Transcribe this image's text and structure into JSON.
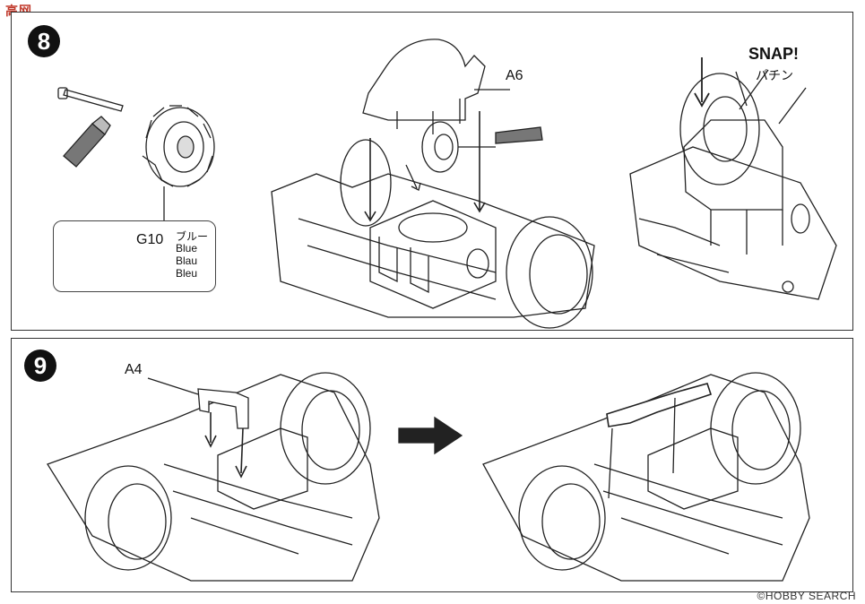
{
  "watermark": {
    "top": "高网",
    "bottom": "©HOBBY SEARCH"
  },
  "steps": [
    {
      "number": "8",
      "part_labels": {
        "a6": "A6",
        "snap": "SNAP!",
        "snap_jp": "パチン"
      },
      "gear_callout": {
        "code": "G10",
        "color_jp": "ブルー",
        "color_en": "Blue",
        "color_de": "Blau",
        "color_fr": "Bleu"
      }
    },
    {
      "number": "9",
      "part_labels": {
        "a4": "A4"
      }
    }
  ],
  "colors": {
    "ink": "#111111",
    "frame": "#333333",
    "watermark": "#c0392b"
  }
}
